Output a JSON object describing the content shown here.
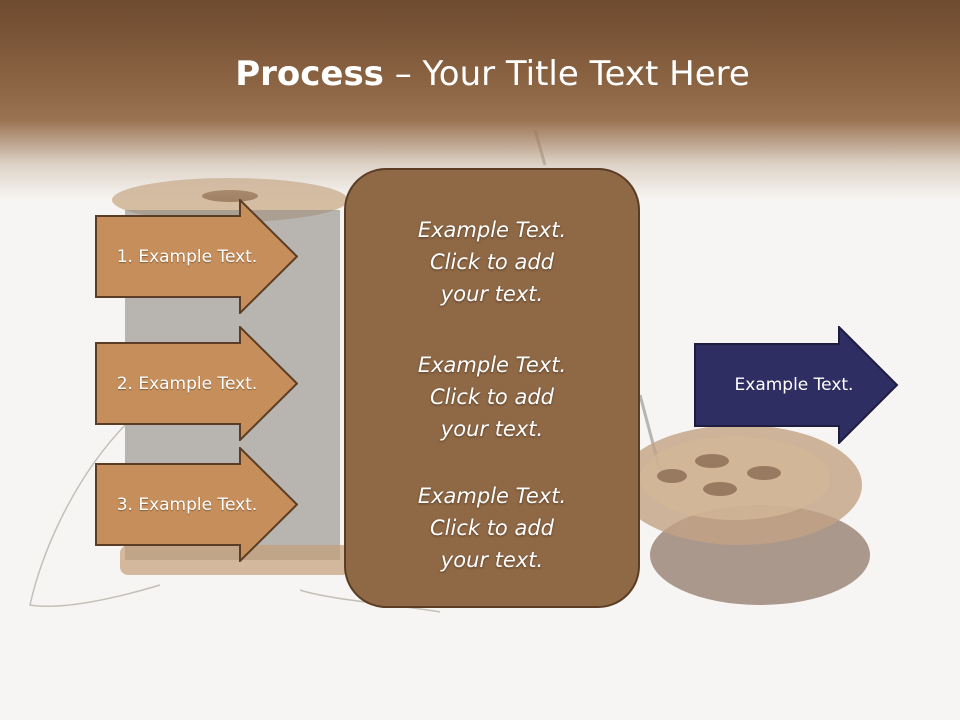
{
  "slide": {
    "title_bold": "Process",
    "title_rest": " – Your Title Text Here"
  },
  "steps": [
    {
      "label": "1. Example Text."
    },
    {
      "label": "2. Example Text."
    },
    {
      "label": "3. Example Text."
    }
  ],
  "center_items": [
    {
      "text": "Example Text.\nClick  to add\nyour text."
    },
    {
      "text": "Example Text.\nClick  to add\nyour text."
    },
    {
      "text": "Example Text.\nClick  to add\nyour text."
    }
  ],
  "result": {
    "label": "Example Text."
  },
  "colors": {
    "header_brown": "#8a6342",
    "arrow_tan": "#c68e5a",
    "box_brown": "#8f6845",
    "navy": "#2f2e63"
  },
  "icons": {
    "background": "spool-and-button-image"
  }
}
